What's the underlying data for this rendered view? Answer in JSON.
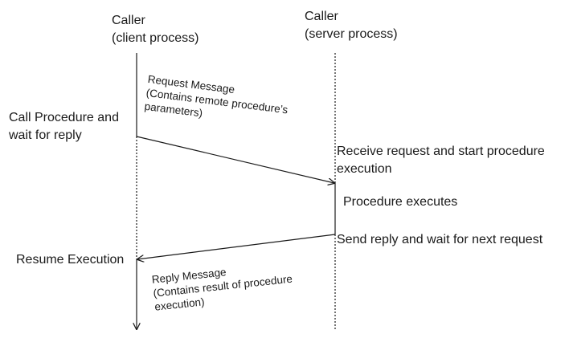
{
  "participants": {
    "client": {
      "title": "Caller",
      "subtitle": "(client process)"
    },
    "server": {
      "title": "Caller",
      "subtitle": "(server process)"
    }
  },
  "client_events": {
    "call_line1": "Call Procedure and",
    "call_line2": "wait for reply",
    "resume": "Resume Execution"
  },
  "server_events": {
    "receive_line1": "Receive request and start procedure",
    "receive_line2": "execution",
    "executes": "Procedure executes",
    "send_reply": "Send reply and wait for next request"
  },
  "messages": {
    "request": {
      "line1": "Request Message",
      "line2": "(Contains remote procedure’s",
      "line3": "parameters)"
    },
    "reply": {
      "line1": "Reply Message",
      "line2": "(Contains result of  procedure",
      "line3": "execution)"
    }
  }
}
